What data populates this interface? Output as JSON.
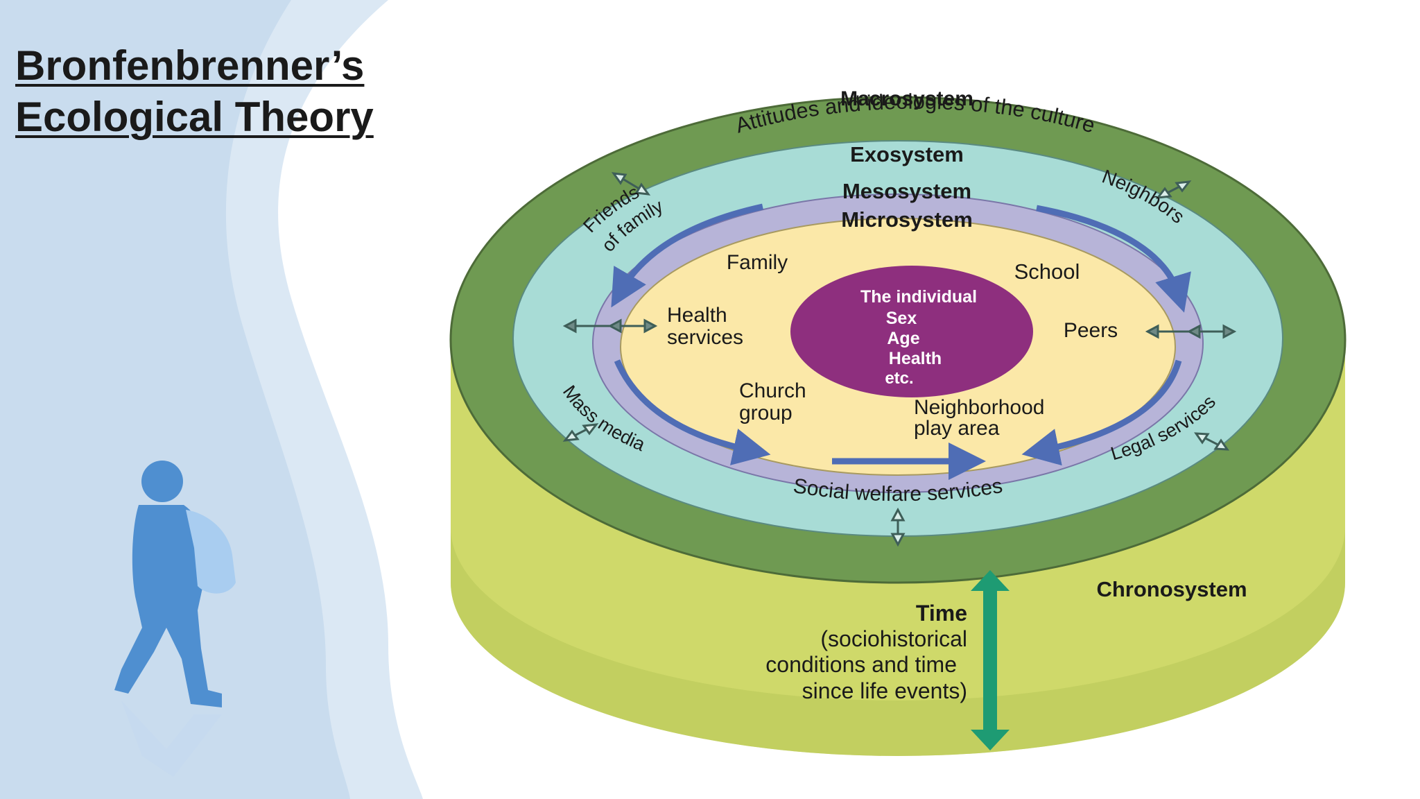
{
  "title": {
    "line1": "Bronfenbrenner’s",
    "line2": "Ecological Theory"
  },
  "macrosystem": {
    "label": "Macrosystem",
    "description": "Attitudes and ideologies of the culture"
  },
  "exosystem": {
    "label": "Exosystem",
    "items": {
      "friends_line1": "Friends",
      "friends_line2": "of family",
      "neighbors": "Neighbors",
      "mass_media": "Mass media",
      "legal_services": "Legal services",
      "social_welfare": "Social welfare services"
    }
  },
  "mesosystem": {
    "label": "Mesosystem"
  },
  "microsystem": {
    "label": "Microsystem",
    "items": {
      "family": "Family",
      "school": "School",
      "health_line1": "Health",
      "health_line2": "services",
      "peers": "Peers",
      "church_line1": "Church",
      "church_line2": "group",
      "neighborhood_line1": "Neighborhood",
      "neighborhood_line2": "play area"
    }
  },
  "individual": {
    "line1": "The individual",
    "line2": "Sex",
    "line3": "Age",
    "line4": "Health",
    "line5": "etc."
  },
  "chronosystem": {
    "label": "Chronosystem",
    "time_title": "Time",
    "time_line1": "(sociohistorical",
    "time_line2": "conditions and time",
    "time_line3": "since life events)"
  },
  "colors": {
    "macro": "#6f9a52",
    "exo": "#a8dcd6",
    "meso": "#b7b4d8",
    "micro": "#fbe8a8",
    "individual": "#8e2f7e",
    "cylinder": "#cfd96a",
    "arrow": "#4f6db5",
    "time_arrow": "#1e9b73",
    "background": "#cfe1f0",
    "figure": "#4f8fd0"
  }
}
